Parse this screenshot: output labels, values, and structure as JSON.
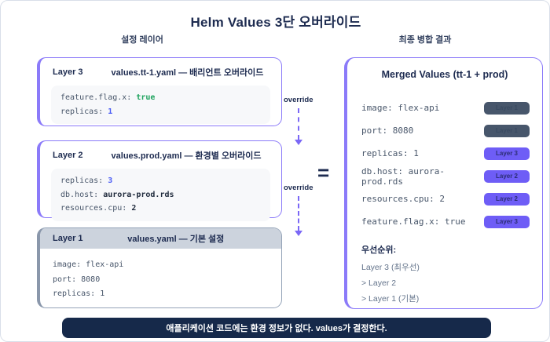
{
  "title": "Helm Values 3단 오버라이드",
  "columns": {
    "left": "설정 레이어",
    "right": "최종 병합 결과"
  },
  "layer3": {
    "label": "Layer 3",
    "file": "values.tt-1.yaml — 배리언트 오버라이드",
    "lines": [
      {
        "key": "feature.flag.x:",
        "value": "true"
      },
      {
        "key": "replicas:",
        "value": "1"
      }
    ]
  },
  "layer2": {
    "label": "Layer 2",
    "file": "values.prod.yaml — 환경별 오버라이드",
    "lines": [
      {
        "key": "replicas:",
        "value": "3"
      },
      {
        "key": "db.host:",
        "value": "aurora-prod.rds"
      },
      {
        "key": "resources.cpu:",
        "value": "2"
      }
    ]
  },
  "layer1": {
    "label": "Layer 1",
    "file": "values.yaml — 기본 설정",
    "lines": [
      {
        "key": "image:",
        "value": "flex-api"
      },
      {
        "key": "port:",
        "value": "8080"
      },
      {
        "key": "replicas:",
        "value": "1"
      }
    ]
  },
  "middle": {
    "override_label": "override",
    "equals": "="
  },
  "merged": {
    "title": "Merged Values (tt-1 + prod)",
    "rows": [
      {
        "text": "image: flex-api",
        "badge": "Layer 1"
      },
      {
        "text": "port: 8080",
        "badge": "Layer 1"
      },
      {
        "text": "replicas: 1",
        "badge": "Layer 3"
      },
      {
        "text": "db.host: aurora-prod.rds",
        "badge": "Layer 2"
      },
      {
        "text": "resources.cpu: 2",
        "badge": "Layer 2"
      },
      {
        "text": "feature.flag.x: true",
        "badge": "Layer 3"
      }
    ],
    "priority": {
      "title": "우선순위:",
      "lines": [
        "Layer 3 (최우선)",
        "> Layer 2",
        "> Layer 1 (기본)"
      ]
    }
  },
  "footer": "애플리케이션 코드에는 환경 정보가 없다. values가 결정한다.",
  "colors": {
    "accent_purple": "#8b7af9",
    "badge_purple": "#6e5df6",
    "badge_dark": "#47566b",
    "navy": "#1d2b50",
    "code_key": "#475569",
    "green_value": "#1fa35e",
    "blue_value": "#4c5ef5",
    "footer_bg": "#16294a"
  }
}
